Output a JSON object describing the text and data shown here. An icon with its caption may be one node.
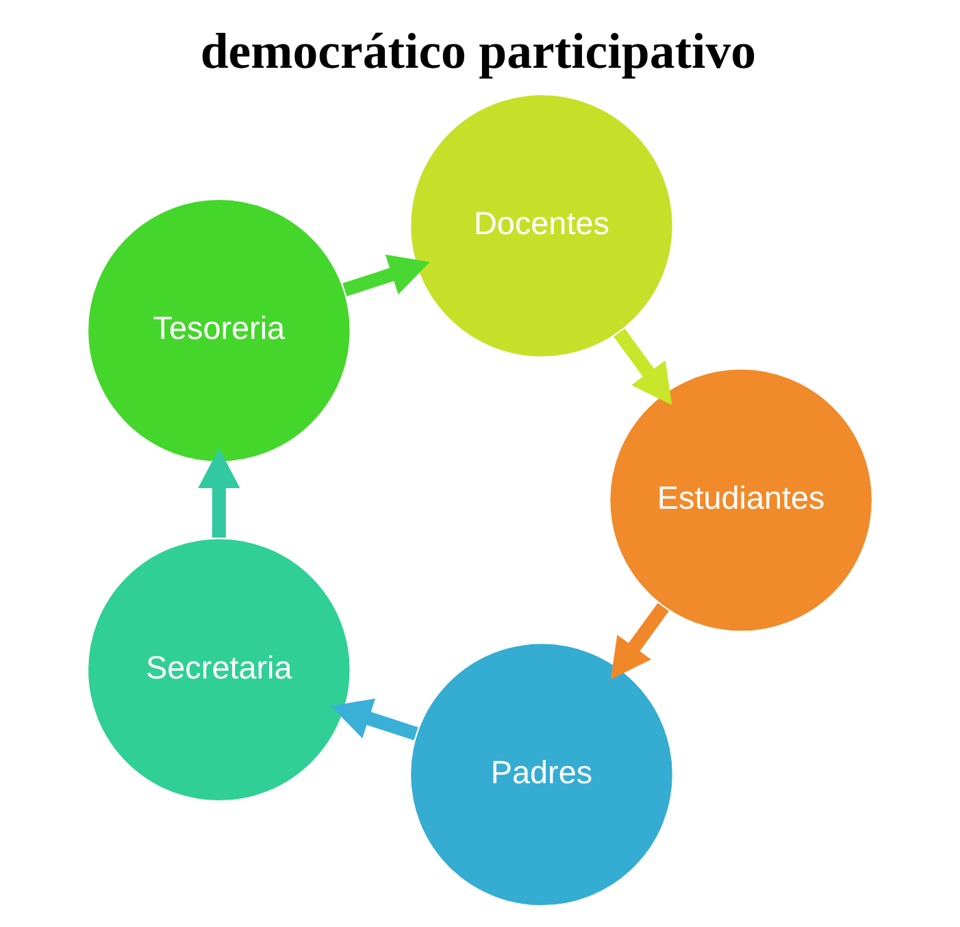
{
  "diagram": {
    "title": "democrático participativo",
    "nodes": [
      {
        "text": [
          "Padres"
        ]
      },
      {
        "text": [
          "Secretaria"
        ]
      },
      {
        "text": [
          "Tesoreria"
        ]
      },
      {
        "text": [
          "Docentes"
        ]
      },
      {
        "text": [
          "Estudiantes"
        ]
      }
    ],
    "edges": [
      {
        "from": 0,
        "to": 1,
        "arrow": "to",
        "color": "#3ab0d8"
      },
      {
        "from": 1,
        "to": 2,
        "arrow": "to",
        "color": "#33c9a0"
      },
      {
        "from": 2,
        "to": 3,
        "arrow": "to",
        "color": "#49d832"
      },
      {
        "from": 3,
        "to": 4,
        "arrow": "to",
        "color": "#c8e62a"
      },
      {
        "from": 4,
        "to": 0,
        "arrow": "to",
        "color": "#f0882a"
      }
    ]
  }
}
